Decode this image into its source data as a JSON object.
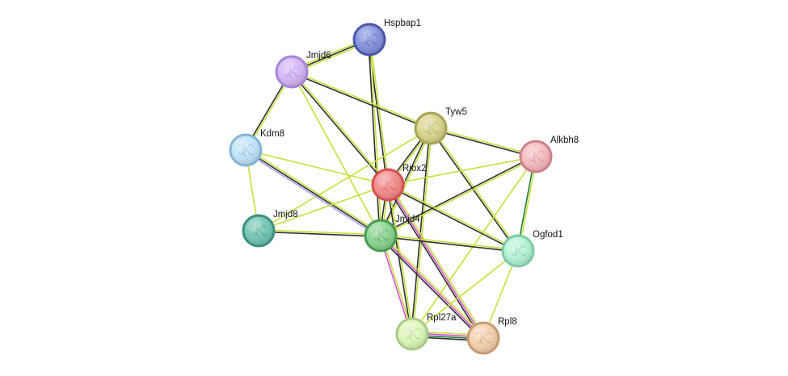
{
  "colors": {
    "textmining": "#c6e03a",
    "coexpression": "#2f2f2f",
    "database": "#57b6ec",
    "experiments": "#d54fd5",
    "homology": "#a8a4f0",
    "cooccurrence": "#1f7a3a"
  },
  "nodes": [
    {
      "id": "Hspbap1",
      "label": "Hspbap1",
      "color": "#7f8edc",
      "ring": "#4a56a8"
    },
    {
      "id": "Jmjd6",
      "label": "Jmjd6",
      "color": "#d3b4f4",
      "ring": "#a883d9"
    },
    {
      "id": "Tyw5",
      "label": "Tyw5",
      "color": "#d7d48a",
      "ring": "#a8a455"
    },
    {
      "id": "Alkbh8",
      "label": "Alkbh8",
      "color": "#f5b8bd",
      "ring": "#cc8288"
    },
    {
      "id": "Kdm8",
      "label": "Kdm8",
      "color": "#bfe2f7",
      "ring": "#84b4d4"
    },
    {
      "id": "Riox2",
      "label": "Riox2",
      "color": "#f28686",
      "ring": "#d65050"
    },
    {
      "id": "Jmjd8",
      "label": "Jmjd8",
      "color": "#6cc4b1",
      "ring": "#3e8f80"
    },
    {
      "id": "Jmjd4",
      "label": "Jmjd4",
      "color": "#86d28c",
      "ring": "#4b9a52"
    },
    {
      "id": "Ogfod1",
      "label": "Ogfod1",
      "color": "#b4f1d3",
      "ring": "#7ccaa6"
    },
    {
      "id": "Rpl27a",
      "label": "Rpl27a",
      "color": "#dcf7b6",
      "ring": "#a9c987"
    },
    {
      "id": "Rpl8",
      "label": "Rpl8",
      "color": "#f3cfaa",
      "ring": "#c79b74"
    }
  ],
  "edges": [
    {
      "source": "Hspbap1",
      "target": "Jmjd6",
      "channels": [
        "textmining",
        "coexpression",
        "textmining"
      ]
    },
    {
      "source": "Hspbap1",
      "target": "Riox2",
      "channels": [
        "textmining",
        "coexpression"
      ]
    },
    {
      "source": "Hspbap1",
      "target": "Jmjd4",
      "channels": [
        "textmining",
        "coexpression"
      ]
    },
    {
      "source": "Jmjd6",
      "target": "Kdm8",
      "channels": [
        "textmining",
        "coexpression"
      ]
    },
    {
      "source": "Jmjd6",
      "target": "Tyw5",
      "channels": [
        "textmining",
        "coexpression"
      ]
    },
    {
      "source": "Jmjd6",
      "target": "Riox2",
      "channels": [
        "textmining",
        "coexpression"
      ]
    },
    {
      "source": "Jmjd6",
      "target": "Jmjd4",
      "channels": [
        "textmining"
      ]
    },
    {
      "source": "Tyw5",
      "target": "Alkbh8",
      "channels": [
        "textmining",
        "coexpression"
      ]
    },
    {
      "source": "Tyw5",
      "target": "Riox2",
      "channels": [
        "textmining",
        "coexpression"
      ]
    },
    {
      "source": "Tyw5",
      "target": "Jmjd4",
      "channels": [
        "textmining",
        "coexpression"
      ]
    },
    {
      "source": "Tyw5",
      "target": "Ogfod1",
      "channels": [
        "textmining",
        "coexpression"
      ]
    },
    {
      "source": "Tyw5",
      "target": "Rpl27a",
      "channels": [
        "textmining",
        "coexpression"
      ]
    },
    {
      "source": "Tyw5",
      "target": "Jmjd8",
      "channels": [
        "textmining"
      ]
    },
    {
      "source": "Alkbh8",
      "target": "Riox2",
      "channels": [
        "textmining"
      ]
    },
    {
      "source": "Alkbh8",
      "target": "Jmjd4",
      "channels": [
        "textmining",
        "coexpression"
      ]
    },
    {
      "source": "Alkbh8",
      "target": "Ogfod1",
      "channels": [
        "textmining",
        "cooccurrence"
      ]
    },
    {
      "source": "Alkbh8",
      "target": "Rpl27a",
      "channels": [
        "textmining"
      ]
    },
    {
      "source": "Kdm8",
      "target": "Riox2",
      "channels": [
        "textmining"
      ]
    },
    {
      "source": "Kdm8",
      "target": "Jmjd4",
      "channels": [
        "textmining",
        "coexpression",
        "homology"
      ]
    },
    {
      "source": "Kdm8",
      "target": "Jmjd8",
      "channels": [
        "textmining"
      ]
    },
    {
      "source": "Riox2",
      "target": "Jmjd4",
      "channels": [
        "textmining",
        "coexpression"
      ]
    },
    {
      "source": "Riox2",
      "target": "Jmjd8",
      "channels": [
        "textmining"
      ]
    },
    {
      "source": "Riox2",
      "target": "Ogfod1",
      "channels": [
        "textmining",
        "coexpression"
      ]
    },
    {
      "source": "Riox2",
      "target": "Rpl27a",
      "channels": [
        "textmining",
        "coexpression"
      ]
    },
    {
      "source": "Riox2",
      "target": "Rpl8",
      "channels": [
        "textmining",
        "experiments",
        "coexpression"
      ]
    },
    {
      "source": "Jmjd8",
      "target": "Jmjd4",
      "channels": [
        "textmining",
        "coexpression"
      ]
    },
    {
      "source": "Jmjd4",
      "target": "Ogfod1",
      "channels": [
        "textmining",
        "coexpression"
      ]
    },
    {
      "source": "Jmjd4",
      "target": "Rpl27a",
      "channels": [
        "textmining",
        "experiments"
      ]
    },
    {
      "source": "Jmjd4",
      "target": "Rpl8",
      "channels": [
        "textmining",
        "experiments",
        "coexpression"
      ]
    },
    {
      "source": "Ogfod1",
      "target": "Rpl27a",
      "channels": [
        "textmining"
      ]
    },
    {
      "source": "Ogfod1",
      "target": "Rpl8",
      "channels": [
        "textmining"
      ]
    },
    {
      "source": "Rpl27a",
      "target": "Rpl8",
      "channels": [
        "textmining",
        "experiments",
        "cooccurrence",
        "coexpression"
      ]
    }
  ]
}
